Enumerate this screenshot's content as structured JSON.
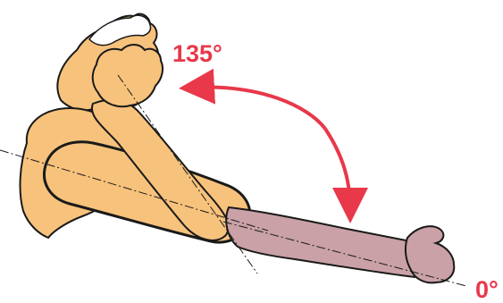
{
  "labels": {
    "flexion_angle": "135°",
    "extension_angle": "0°"
  },
  "colors": {
    "accent": "#e8384a",
    "upper_arm_skin": "#f7c27c",
    "forearm_extended": "#c9a1a6",
    "outline": "#1a1a1a",
    "hair": "#ffffff"
  },
  "icons": {
    "motion_arrow": "double-headed-curved-arrow",
    "figure": "arm-flexion-extension-illustration"
  }
}
